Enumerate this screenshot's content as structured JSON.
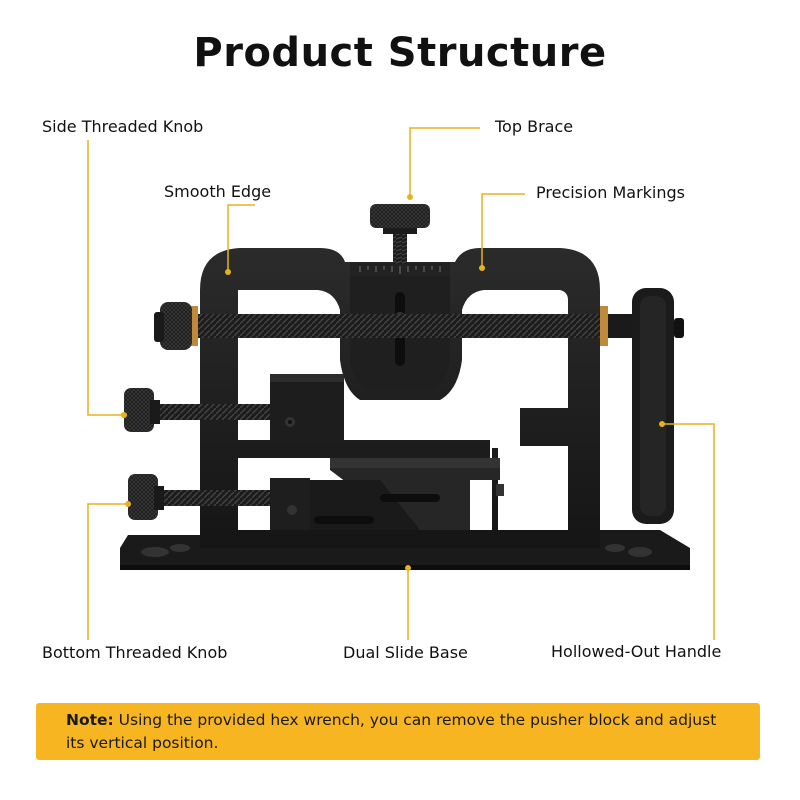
{
  "title": "Product Structure",
  "labels": {
    "side_threaded_knob": "Side Threaded Knob",
    "top_brace": "Top Brace",
    "smooth_edge": "Smooth Edge",
    "precision_markings": "Precision Markings",
    "bottom_threaded_knob": "Bottom Threaded Knob",
    "dual_slide_base": "Dual Slide Base",
    "hollowed_out_handle": "Hollowed-Out Handle"
  },
  "note": {
    "prefix": "Note:",
    "text": " Using the provided hex wrench, you can remove the pusher block and adjust its vertical position."
  },
  "colors": {
    "leader": "#e6b21e",
    "frame": "#1e1e1e",
    "note_bg": "#f7b521",
    "brass": "#c08a3a"
  }
}
